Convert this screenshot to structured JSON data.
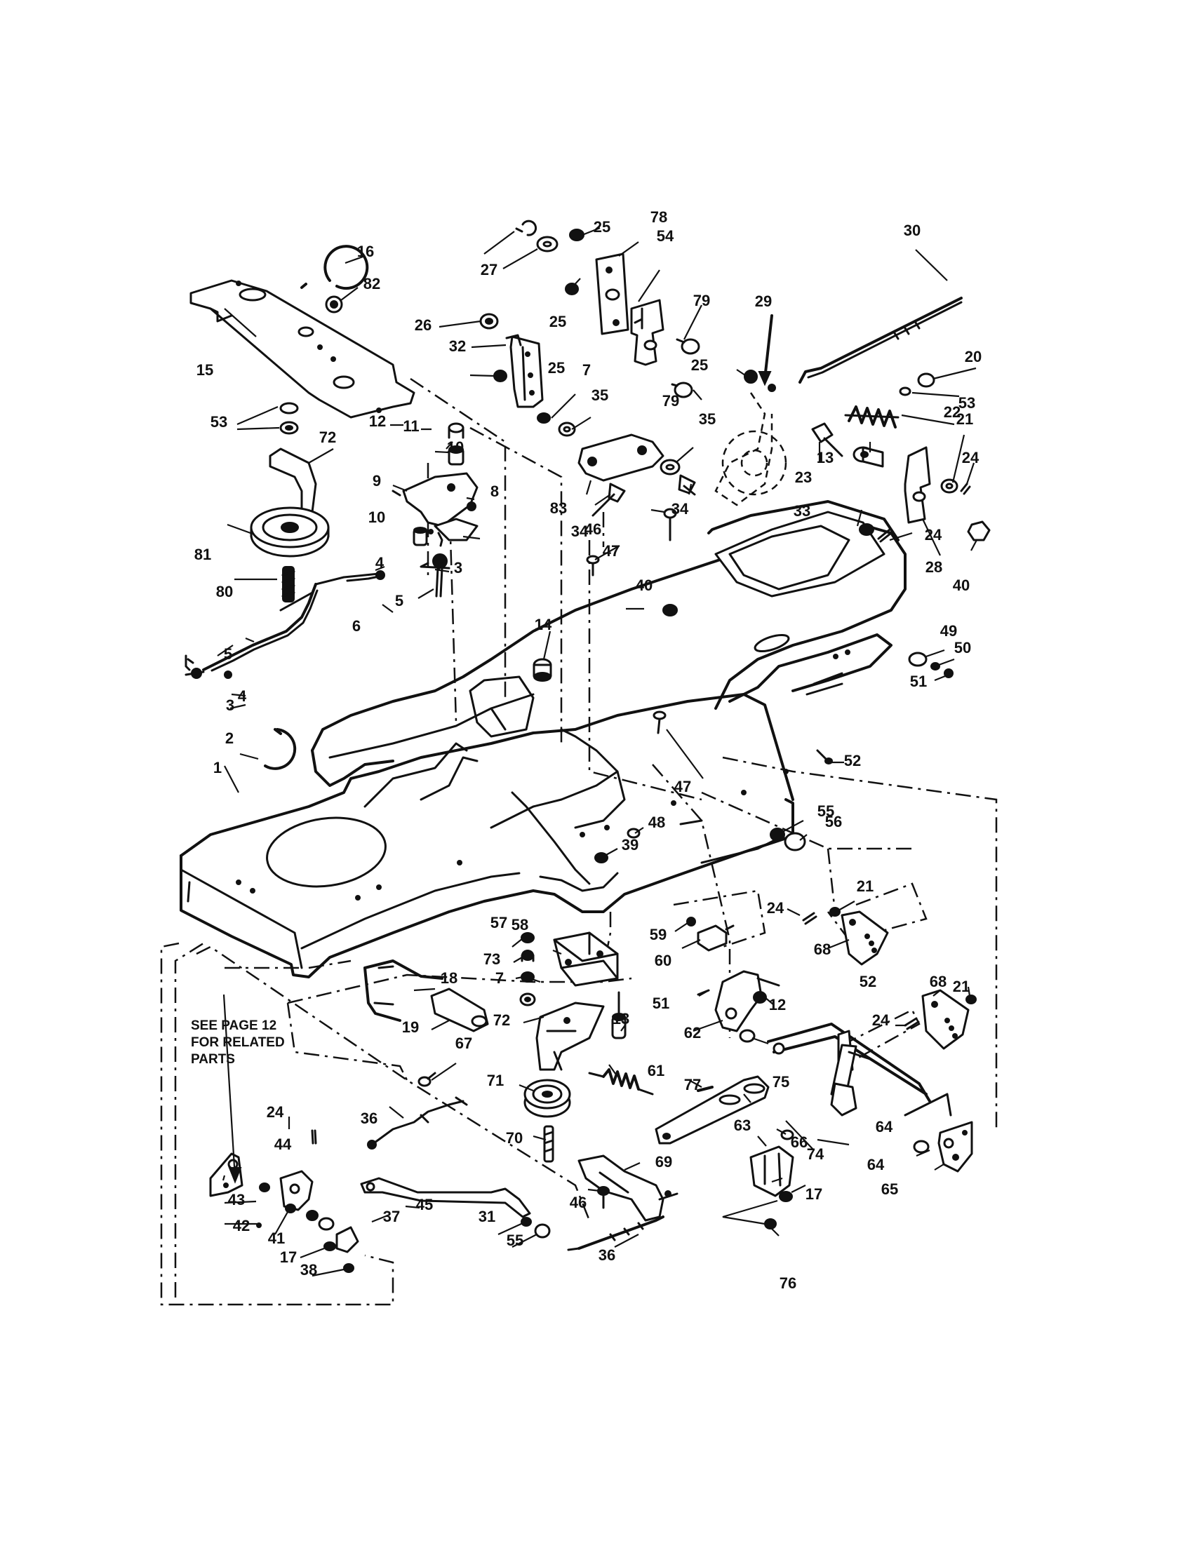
{
  "note": {
    "line1": "SEE PAGE 12",
    "line2": "FOR RELATED",
    "line3": "PARTS"
  },
  "callouts": [
    {
      "label": "1"
    },
    {
      "label": "2"
    },
    {
      "label": "3"
    },
    {
      "label": "3"
    },
    {
      "label": "4"
    },
    {
      "label": "4"
    },
    {
      "label": "5"
    },
    {
      "label": "5"
    },
    {
      "label": "6"
    },
    {
      "label": "7"
    },
    {
      "label": "7"
    },
    {
      "label": "7"
    },
    {
      "label": "8"
    },
    {
      "label": "9"
    },
    {
      "label": "10"
    },
    {
      "label": "10"
    },
    {
      "label": "11"
    },
    {
      "label": "12"
    },
    {
      "label": "12"
    },
    {
      "label": "13"
    },
    {
      "label": "13"
    },
    {
      "label": "14"
    },
    {
      "label": "15"
    },
    {
      "label": "16"
    },
    {
      "label": "17"
    },
    {
      "label": "17"
    },
    {
      "label": "18"
    },
    {
      "label": "19"
    },
    {
      "label": "20"
    },
    {
      "label": "21"
    },
    {
      "label": "21"
    },
    {
      "label": "21"
    },
    {
      "label": "22"
    },
    {
      "label": "23"
    },
    {
      "label": "24"
    },
    {
      "label": "24"
    },
    {
      "label": "24"
    },
    {
      "label": "24"
    },
    {
      "label": "24"
    },
    {
      "label": "25"
    },
    {
      "label": "25"
    },
    {
      "label": "25"
    },
    {
      "label": "25"
    },
    {
      "label": "26"
    },
    {
      "label": "27"
    },
    {
      "label": "28"
    },
    {
      "label": "29"
    },
    {
      "label": "30"
    },
    {
      "label": "31"
    },
    {
      "label": "32"
    },
    {
      "label": "33"
    },
    {
      "label": "34"
    },
    {
      "label": "34"
    },
    {
      "label": "35"
    },
    {
      "label": "35"
    },
    {
      "label": "36"
    },
    {
      "label": "36"
    },
    {
      "label": "37"
    },
    {
      "label": "38"
    },
    {
      "label": "39"
    },
    {
      "label": "40"
    },
    {
      "label": "40"
    },
    {
      "label": "41"
    },
    {
      "label": "42"
    },
    {
      "label": "43"
    },
    {
      "label": "44"
    },
    {
      "label": "45"
    },
    {
      "label": "46"
    },
    {
      "label": "46"
    },
    {
      "label": "47"
    },
    {
      "label": "47"
    },
    {
      "label": "48"
    },
    {
      "label": "49"
    },
    {
      "label": "50"
    },
    {
      "label": "51"
    },
    {
      "label": "51"
    },
    {
      "label": "52"
    },
    {
      "label": "52"
    },
    {
      "label": "53"
    },
    {
      "label": "53"
    },
    {
      "label": "54"
    },
    {
      "label": "55"
    },
    {
      "label": "55"
    },
    {
      "label": "56"
    },
    {
      "label": "57"
    },
    {
      "label": "58"
    },
    {
      "label": "59"
    },
    {
      "label": "60"
    },
    {
      "label": "61"
    },
    {
      "label": "62"
    },
    {
      "label": "63"
    },
    {
      "label": "64"
    },
    {
      "label": "64"
    },
    {
      "label": "65"
    },
    {
      "label": "66"
    },
    {
      "label": "67"
    },
    {
      "label": "68"
    },
    {
      "label": "68"
    },
    {
      "label": "69"
    },
    {
      "label": "70"
    },
    {
      "label": "71"
    },
    {
      "label": "72"
    },
    {
      "label": "72"
    },
    {
      "label": "73"
    },
    {
      "label": "74"
    },
    {
      "label": "75"
    },
    {
      "label": "76"
    },
    {
      "label": "77"
    },
    {
      "label": "78"
    },
    {
      "label": "79"
    },
    {
      "label": "79"
    },
    {
      "label": "80"
    },
    {
      "label": "81"
    },
    {
      "label": "82"
    },
    {
      "label": "83"
    }
  ]
}
